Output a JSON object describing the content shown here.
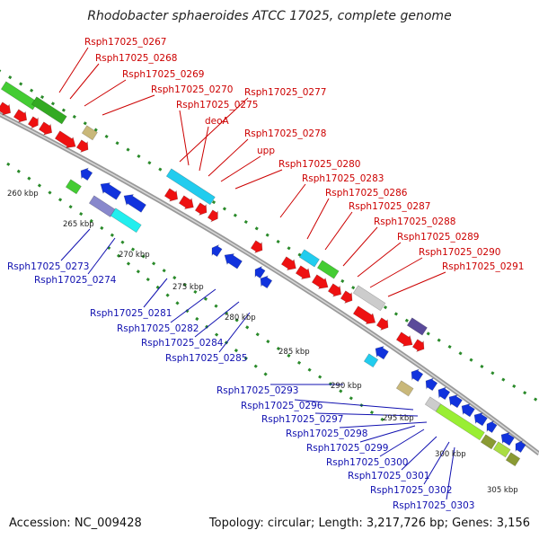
{
  "title": "Rhodobacter sphaeroides ATCC 17025, complete genome",
  "footer": {
    "accession": "Accession: NC_009428",
    "summary": "Topology: circular; Length: 3,217,726 bp; Genes: 3,156"
  },
  "colors": {
    "backbone": "#9a9a9a",
    "forward_gene": "#ee1111",
    "reverse_gene": "#1133dd",
    "tick": "#2a8a2a",
    "label_forward": "#cc0000",
    "label_reverse": "#1010b0"
  },
  "kbp_ticks": [
    "260 kbp",
    "265 kbp",
    "270 kbp",
    "275 kbp",
    "280 kbp",
    "285 kbp",
    "290 kbp",
    "295 kbp",
    "300 kbp",
    "305 kbp"
  ],
  "labels_forward": [
    "Rsph17025_0267",
    "Rsph17025_0268",
    "Rsph17025_0269",
    "Rsph17025_0270",
    "Rsph17025_0277",
    "Rsph17025_0275",
    "deoA",
    "Rsph17025_0278",
    "upp",
    "Rsph17025_0280",
    "Rsph17025_0283",
    "Rsph17025_0286",
    "Rsph17025_0287",
    "Rsph17025_0288",
    "Rsph17025_0289",
    "Rsph17025_0290",
    "Rsph17025_0291"
  ],
  "labels_reverse": [
    "Rsph17025_0273",
    "Rsph17025_0274",
    "Rsph17025_0281",
    "Rsph17025_0282",
    "Rsph17025_0284",
    "Rsph17025_0285",
    "Rsph17025_0293",
    "Rsph17025_0296",
    "Rsph17025_0297",
    "Rsph17025_0298",
    "Rsph17025_0299",
    "Rsph17025_0300",
    "Rsph17025_0301",
    "Rsph17025_0302",
    "Rsph17025_0303"
  ]
}
